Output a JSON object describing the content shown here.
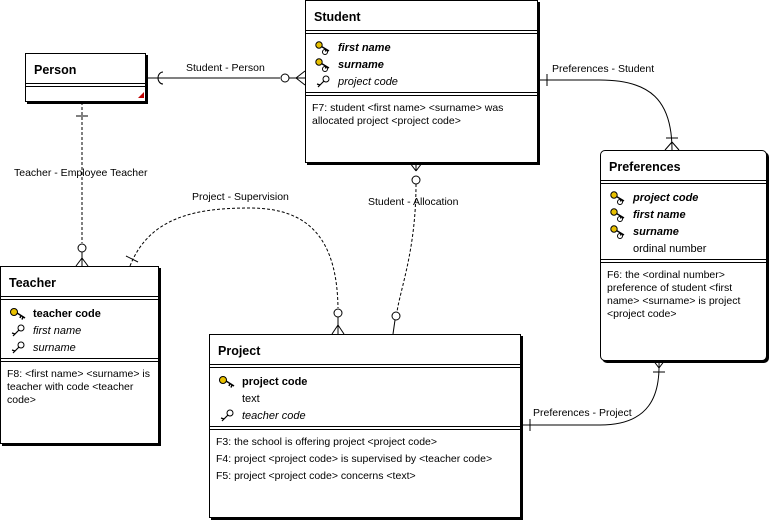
{
  "entities": {
    "student": {
      "title": "Student",
      "attributes": [
        {
          "name": "first name",
          "kind": "pk_fk",
          "icon": "pk-fk-key-icon"
        },
        {
          "name": "surname",
          "kind": "pk_fk",
          "icon": "pk-fk-key-icon"
        },
        {
          "name": "project code",
          "kind": "fk",
          "icon": "fk-key-icon"
        }
      ],
      "rules": [
        "F7: student <first name> <surname> was allocated project <project code>"
      ]
    },
    "person": {
      "title": "Person"
    },
    "preferences": {
      "title": "Preferences",
      "attributes": [
        {
          "name": "project code",
          "kind": "pk_fk",
          "icon": "pk-fk-key-icon"
        },
        {
          "name": "first name",
          "kind": "pk_fk",
          "icon": "pk-fk-key-icon"
        },
        {
          "name": "surname",
          "kind": "pk_fk",
          "icon": "pk-fk-key-icon"
        },
        {
          "name": "ordinal number",
          "kind": "plain",
          "icon": ""
        }
      ],
      "rules": [
        "F6: the <ordinal number> preference of student <first name> <surname> is project <project code>"
      ]
    },
    "teacher": {
      "title": "Teacher",
      "attributes": [
        {
          "name": "teacher code",
          "kind": "pk",
          "icon": "pk-key-icon"
        },
        {
          "name": "first name",
          "kind": "fk",
          "icon": "fk-key-icon"
        },
        {
          "name": "surname",
          "kind": "fk",
          "icon": "fk-key-icon"
        }
      ],
      "rules": [
        "F8: <first name> <surname> is teacher with code <teacher code>"
      ]
    },
    "project": {
      "title": "Project",
      "attributes": [
        {
          "name": "project code",
          "kind": "pk",
          "icon": "pk-key-icon"
        },
        {
          "name": "text",
          "kind": "plain",
          "icon": ""
        },
        {
          "name": "teacher code",
          "kind": "fk",
          "icon": "fk-key-icon"
        }
      ],
      "rules": [
        "F3: the school is offering project <project code>",
        "F4: project <project code> is supervised by <teacher code>",
        "F5: project <project code> concerns <text>"
      ]
    }
  },
  "relationships": {
    "student_person": "Student - Person",
    "preferences_student": "Preferences - Student",
    "teacher_employee": "Teacher - Employee Teacher",
    "project_supervision": "Project - Supervision",
    "student_allocation": "Student - Allocation",
    "preferences_project": "Preferences - Project"
  },
  "colors": {
    "key_gold": "#e8c000",
    "key_outline": "#000000",
    "person_corner": "#c00000"
  }
}
